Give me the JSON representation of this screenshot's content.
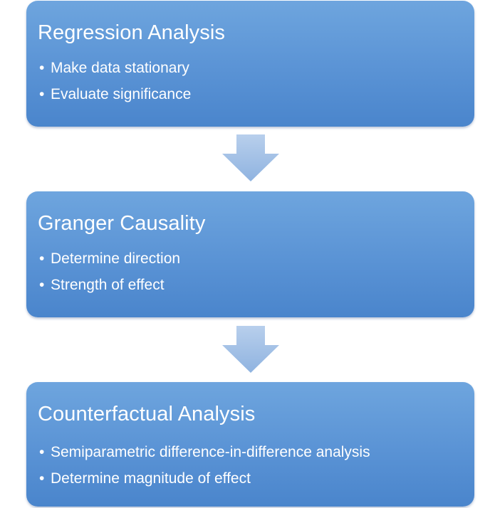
{
  "steps": [
    {
      "title": "Regression Analysis",
      "items": [
        "Make data stationary",
        "Evaluate significance"
      ]
    },
    {
      "title": "Granger Causality",
      "items": [
        "Determine direction",
        "Strength of effect"
      ]
    },
    {
      "title": "Counterfactual Analysis",
      "items": [
        "Semiparametric difference-in-difference analysis",
        "Determine magnitude of effect"
      ]
    }
  ],
  "bullet_glyph": "•",
  "colors": {
    "box_top": "#6ea5de",
    "box_bottom": "#4a85cc",
    "text": "#ffffff",
    "arrow_top": "#b4cceb",
    "arrow_bottom": "#8fb3e0"
  }
}
